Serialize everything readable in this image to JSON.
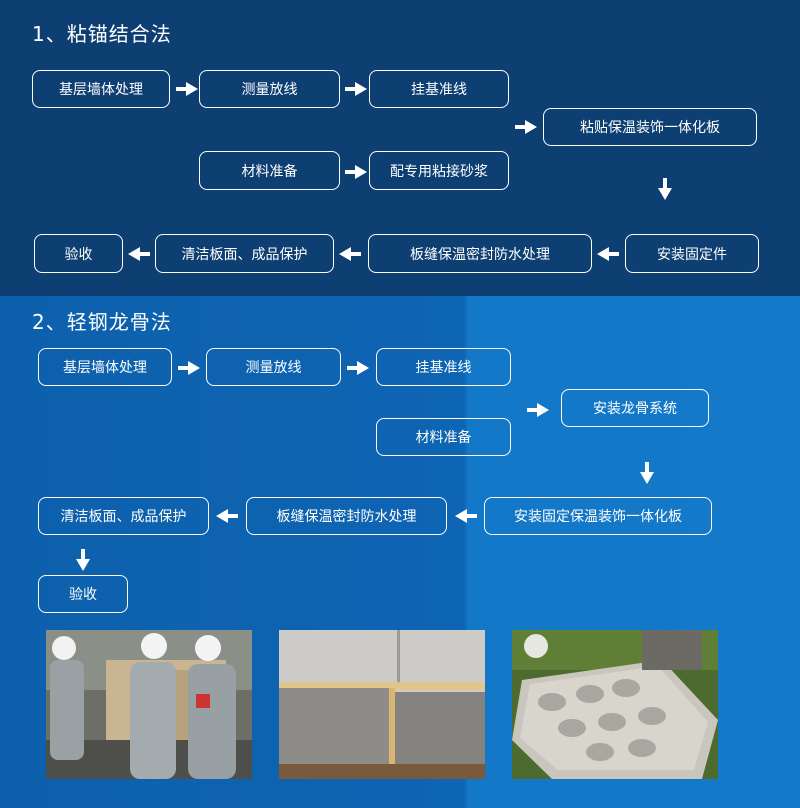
{
  "section1": {
    "title": "1、粘锚结合法",
    "steps": {
      "base": "基层墙体处理",
      "measure": "测量放线",
      "hang": "挂基准线",
      "paste": "粘贴保温装饰一体化板",
      "material": "材料准备",
      "mortar": "配专用粘接砂浆",
      "install": "安装固定件",
      "seal": "板缝保温密封防水处理",
      "clean": "清洁板面、成品保护",
      "accept": "验收"
    }
  },
  "section2": {
    "title": "2、轻钢龙骨法",
    "steps": {
      "base": "基层墙体处理",
      "measure": "测量放线",
      "hang": "挂基准线",
      "keel": "安装龙骨系统",
      "material": "材料准备",
      "install": "安装固定保温装饰一体化板",
      "seal": "板缝保温密封防水处理",
      "clean": "清洁板面、成品保护",
      "accept": "验收"
    }
  },
  "colors": {
    "section1_bg": "#0e3f72",
    "section2_bg": "#0d60ac",
    "box_border": "#ffffff"
  }
}
